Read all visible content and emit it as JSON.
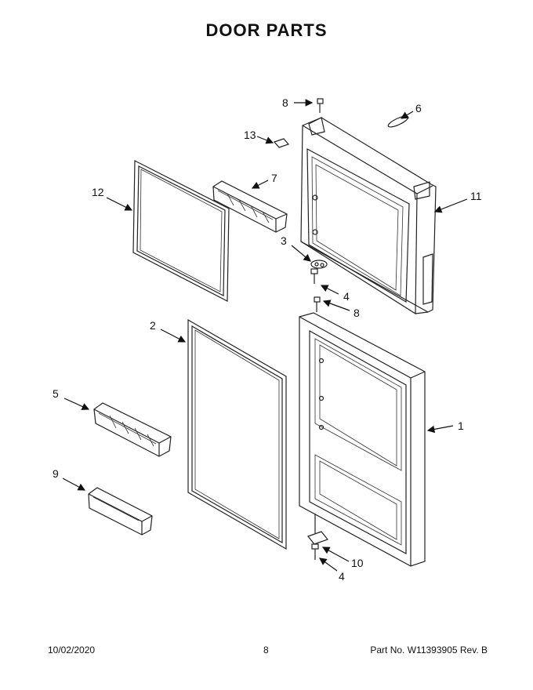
{
  "page": {
    "title": "DOOR PARTS",
    "footer_date": "10/02/2020",
    "footer_page": "8",
    "footer_part": "Part No.  W11393905   Rev.  B"
  },
  "callouts": {
    "c8a": "8",
    "c6": "6",
    "c13": "13",
    "c7": "7",
    "c12": "12",
    "c11": "11",
    "c3": "3",
    "c4a": "4",
    "c8b": "8",
    "c2": "2",
    "c1": "1",
    "c5": "5",
    "c9": "9",
    "c10": "10",
    "c4b": "4"
  }
}
